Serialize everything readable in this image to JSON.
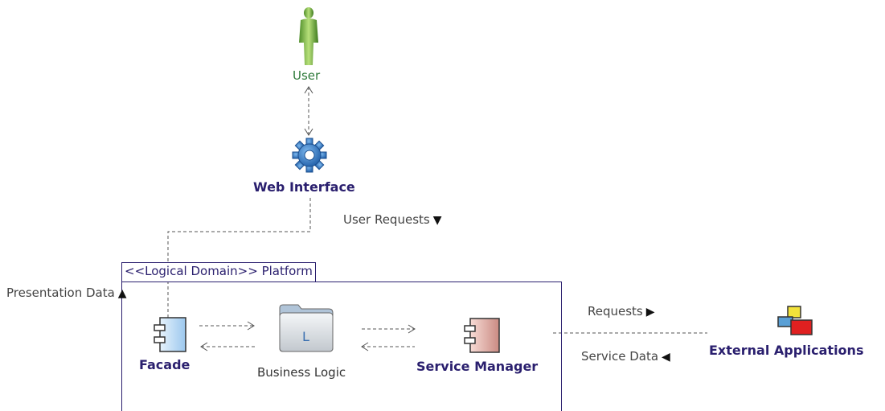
{
  "nodes": {
    "user": "User",
    "web_interface": "Web Interface",
    "facade": "Facade",
    "business_logic": "Business Logic",
    "business_logic_icon_letter": "L",
    "service_manager": "Service Manager",
    "external_applications": "External Applications"
  },
  "container": {
    "label": "<<Logical Domain>> Platform"
  },
  "edge_labels": {
    "user_requests": "User Requests",
    "presentation_data": "Presentation Data",
    "requests": "Requests",
    "service_data": "Service Data"
  },
  "colors": {
    "node_label": "#2a1f6e",
    "user_label": "#2e7a3a",
    "container_border": "#2a1f6e",
    "connector": "#555555"
  }
}
